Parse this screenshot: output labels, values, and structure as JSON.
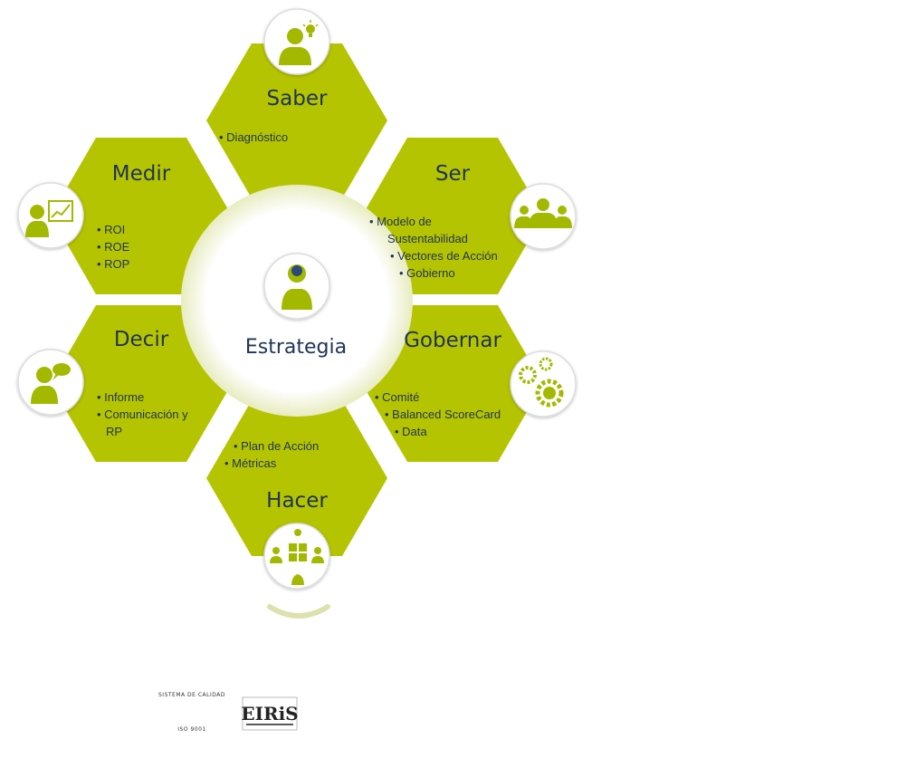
{
  "colors": {
    "hexagon": "#b5c400",
    "text": "#1f3457",
    "icon": "#a3b900",
    "circle_border": "#d9d9d9"
  },
  "center": {
    "title": "Estrategia",
    "icon": "head-brain-icon"
  },
  "sections": [
    {
      "id": "saber",
      "title": "Saber",
      "icon": "idea-person-icon",
      "items": [
        "• Diagnóstico"
      ]
    },
    {
      "id": "ser",
      "title": "Ser",
      "icon": "group-people-icon",
      "items": [
        "• Modelo de",
        "Sustentabilidad",
        "• Vectores de Acción",
        "• Gobierno"
      ]
    },
    {
      "id": "gobernar",
      "title": "Gobernar",
      "icon": "gears-people-icon",
      "items": [
        "• Comité",
        "• Balanced ScoreCard",
        "• Data"
      ]
    },
    {
      "id": "hacer",
      "title": "Hacer",
      "icon": "puzzle-team-icon",
      "items": [
        "• Plan de Acción",
        "• Métricas"
      ]
    },
    {
      "id": "decir",
      "title": "Decir",
      "icon": "speech-person-icon",
      "items": [
        "• Informe",
        "• Comunicación y",
        "RP"
      ]
    },
    {
      "id": "medir",
      "title": "Medir",
      "icon": "presentation-chart-icon",
      "items": [
        "• ROI",
        "• ROE",
        "• ROP"
      ]
    }
  ],
  "footer": {
    "iso_logo": {
      "top": "SISTEMA DE CALIDAD",
      "bottom": "ISO 9001"
    },
    "eiris_logo": {
      "name": "EIRiS"
    }
  }
}
